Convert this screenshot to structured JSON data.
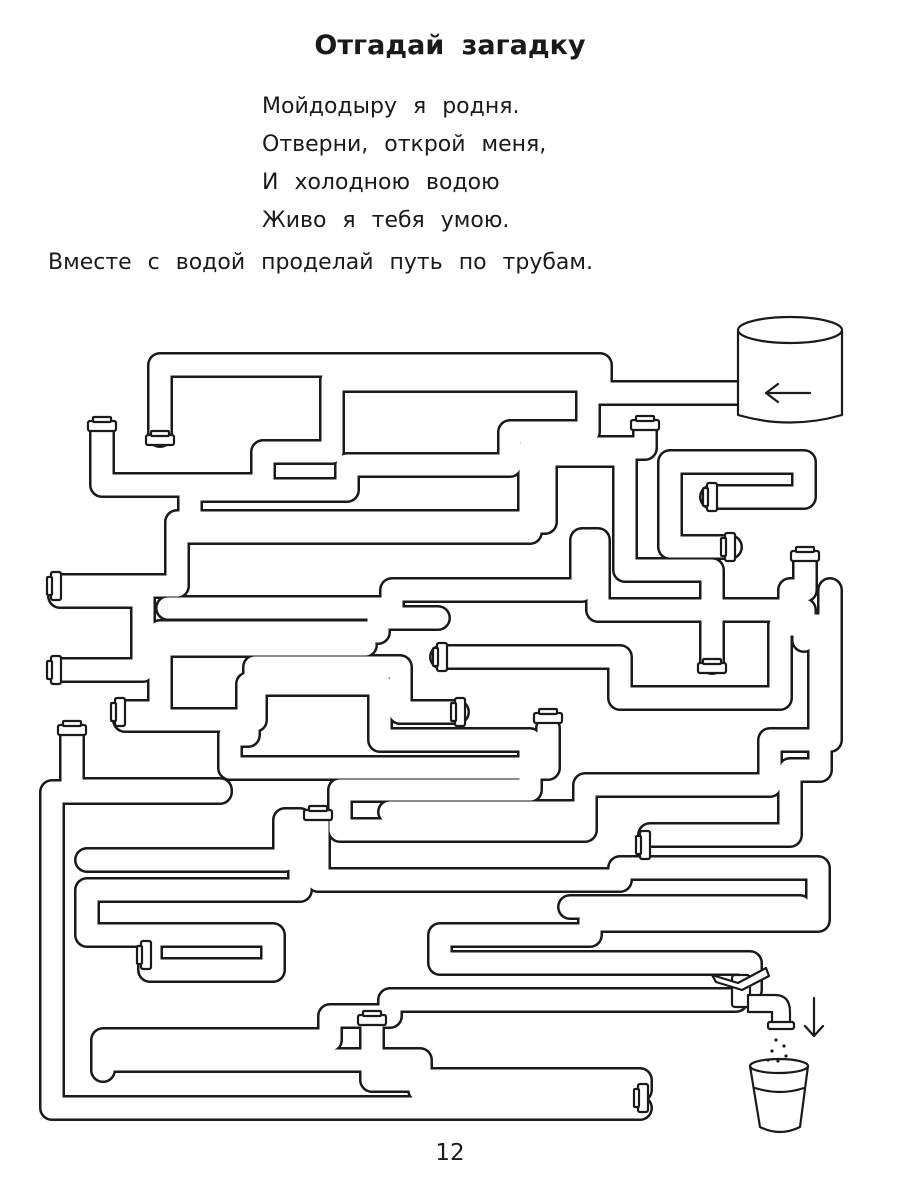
{
  "page": {
    "title": "Отгадай загадку",
    "riddle_lines": [
      "Мойдодыру я родня.",
      "Отверни, открой меня,",
      "И холодною водою",
      "Живо я тебя умою."
    ],
    "instruction": "Вместе с водой проделай путь по трубам.",
    "page_number": "12"
  },
  "maze": {
    "start": "water-tank-icon",
    "finish": "faucet-icon",
    "target": "glass-icon",
    "direction_icons": [
      "arrow-left-icon",
      "arrow-down-icon"
    ]
  },
  "colors": {
    "ink": "#1a1a1a",
    "paper": "#ffffff"
  }
}
